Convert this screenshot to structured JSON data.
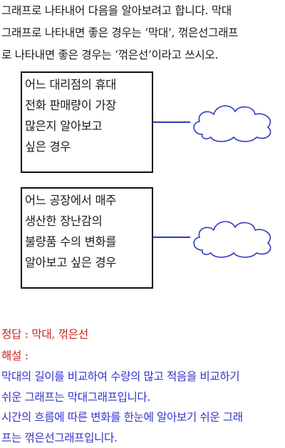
{
  "intro": {
    "lines": [
      "그래프로 나타내어 다음을 알아보려고 합니다. 막대",
      "그래프로 나타내면 좋은 경우는 ‘막대’, 꺾은선그래프",
      "로 나타내면 좋은 경우는 ‘꺾은선’이라고 쓰시오."
    ]
  },
  "questions": [
    {
      "lines": [
        "어느 대리점의 휴대",
        "전화 판매량이 가장",
        "많은지 알아보고",
        "싶은 경우"
      ]
    },
    {
      "lines": [
        "어느 공장에서 매주",
        "생산한 장난감의",
        "불량품 수의 변화를",
        "알아보고 싶은 경우"
      ]
    }
  ],
  "answer": {
    "line": "정답 : 막대, 꺾은선",
    "explanation_label": "해설 :",
    "explanation_lines": [
      "막대의 길이를 비교하여 수량의 많고 적음을 비교하기",
      "쉬운 그래프는 막대그래프입니다.",
      "시간의 흐름에 따른 변화를 한눈에 알아보기 쉬운 그래",
      "프는 꺾은선그래프입니다."
    ]
  },
  "colors": {
    "answer": "#cc2222",
    "explanation": "#3333cc",
    "connector": "#2f3bbd"
  },
  "icons": {
    "answer_blank": "cloud-icon"
  }
}
